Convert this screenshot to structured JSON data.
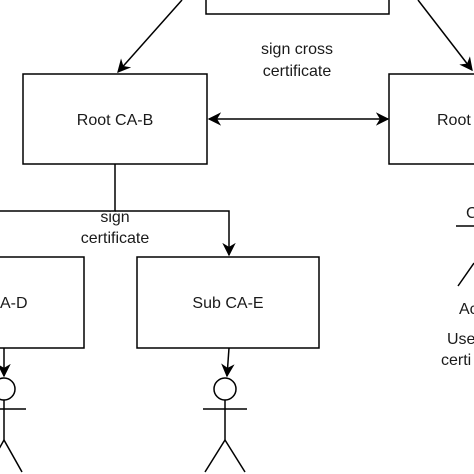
{
  "diagram": {
    "nodes": {
      "root_ca_b": {
        "label": "Root CA-B"
      },
      "root_ca_c": {
        "label": "Root"
      },
      "sub_ca_d": {
        "label": "A-D"
      },
      "sub_ca_e": {
        "label": "Sub CA-E"
      }
    },
    "edge_labels": {
      "cross_line1": "sign cross",
      "cross_line2": "certificate",
      "sign_line1": "sign",
      "sign_line2": "certificate"
    },
    "right_column": {
      "top_glyph": "C",
      "actor_label": "Ac",
      "user_line1": "Use",
      "user_line2": "certi"
    }
  }
}
